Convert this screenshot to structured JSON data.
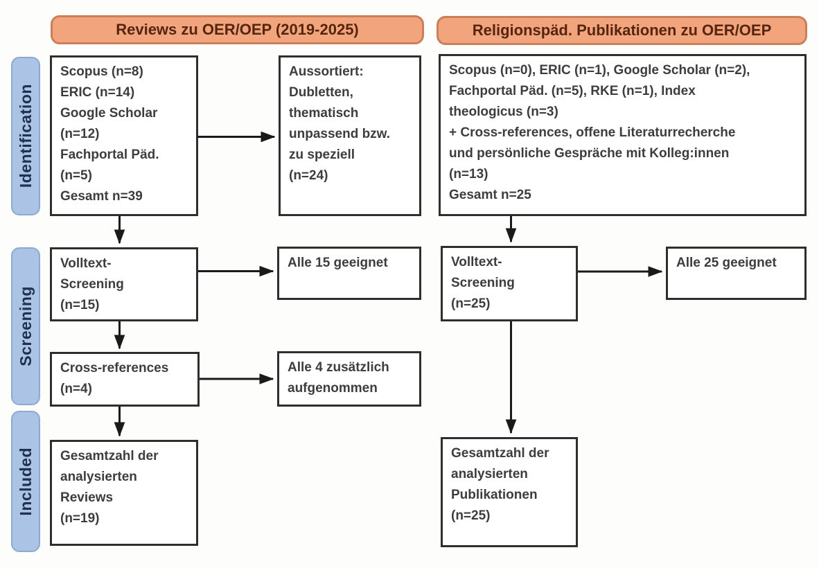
{
  "headers": {
    "left": "Reviews zu OER/OEP (2019-2025)",
    "right": "Religionspäd. Publikationen zu OER/OEP"
  },
  "stage_labels": {
    "identification": "Identification",
    "screening": "Screening",
    "included": "Included"
  },
  "left_flow": {
    "sources": "Scopus (n=8)\nERIC (n=14)\nGoogle Scholar\n(n=12)\nFachportal Päd.\n(n=5)\nGesamt n=39",
    "excluded": "Aussortiert:\nDubletten,\nthematisch\nunpassend bzw.\nzu speziell\n(n=24)",
    "fulltext": "Volltext-\nScreening\n(n=15)",
    "fulltext_result": "Alle 15 geeignet",
    "crossref": "Cross-references\n(n=4)",
    "crossref_result": "Alle 4 zusätzlich\naufgenommen",
    "included_total": "Gesamtzahl der\nanalysierten\nReviews\n(n=19)"
  },
  "right_flow": {
    "sources": "Scopus (n=0), ERIC (n=1), Google Scholar (n=2),\nFachportal Päd. (n=5), RKE (n=1), Index\ntheologicus (n=3)\n+ Cross-references, offene Literaturrecherche\nund persönliche Gespräche mit Kolleg:innen\n(n=13)\nGesamt n=25",
    "fulltext": "Volltext-\nScreening\n(n=25)",
    "fulltext_result": "Alle 25 geeignet",
    "included_total": "Gesamtzahl der\nanalysierten\nPublikationen\n(n=25)"
  },
  "colors": {
    "header_fill": "#F2A47C",
    "header_border": "#C9805A",
    "header_text": "#55250F",
    "stage_fill": "#ABC4E5",
    "stage_border": "#8EA9CF",
    "stage_text": "#1F3050",
    "box_border": "#2E2E2E",
    "box_text": "#3D3D3D",
    "arrow": "#1A1A1A"
  }
}
